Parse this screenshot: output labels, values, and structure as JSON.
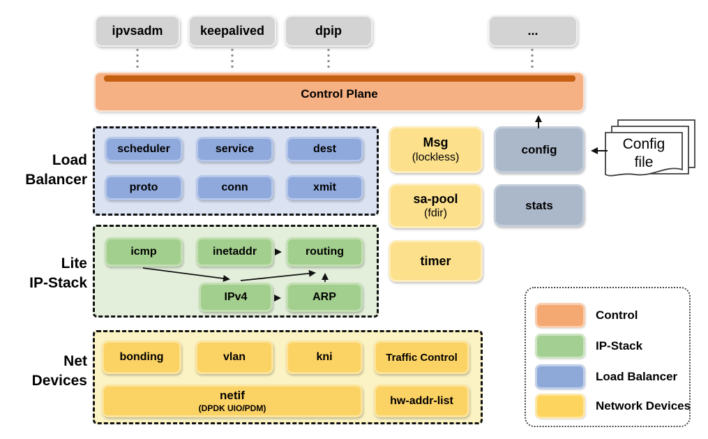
{
  "tools": {
    "ipvsadm": "ipvsadm",
    "keepalived": "keepalived",
    "dpip": "dpip",
    "more": "..."
  },
  "control_plane": {
    "label": "Control Plane"
  },
  "load_balancer": {
    "label1": "Load",
    "label2": "Balancer",
    "modules": {
      "scheduler": "scheduler",
      "service": "service",
      "dest": "dest",
      "proto": "proto",
      "conn": "conn",
      "xmit": "xmit"
    }
  },
  "ip_stack": {
    "label1": "Lite",
    "label2": "IP-Stack",
    "modules": {
      "icmp": "icmp",
      "inetaddr": "inetaddr",
      "routing": "routing",
      "ipv4": "IPv4",
      "arp": "ARP"
    }
  },
  "net_devices": {
    "label1": "Net",
    "label2": "Devices",
    "modules": {
      "bonding": "bonding",
      "vlan": "vlan",
      "kni": "kni",
      "traffic_control": "Traffic Control",
      "netif": "netif",
      "netif_sub": "(DPDK UIO/PDM)",
      "hw_addr_list": "hw-addr-list"
    }
  },
  "ipc": {
    "msg": "Msg",
    "msg_sub": "(lockless)",
    "sapool": "sa-pool",
    "sapool_sub": "(fdir)",
    "timer": "timer"
  },
  "config_panel": {
    "config": "config",
    "stats": "stats",
    "file_line1": "Config",
    "file_line2": "file"
  },
  "legend": {
    "items": [
      {
        "label": "Control",
        "color": "#f4a872"
      },
      {
        "label": "IP-Stack",
        "color": "#a4cf92"
      },
      {
        "label": "Load Balancer",
        "color": "#8ea9d8"
      },
      {
        "label": "Network Devices",
        "color": "#fcd45e"
      }
    ]
  }
}
